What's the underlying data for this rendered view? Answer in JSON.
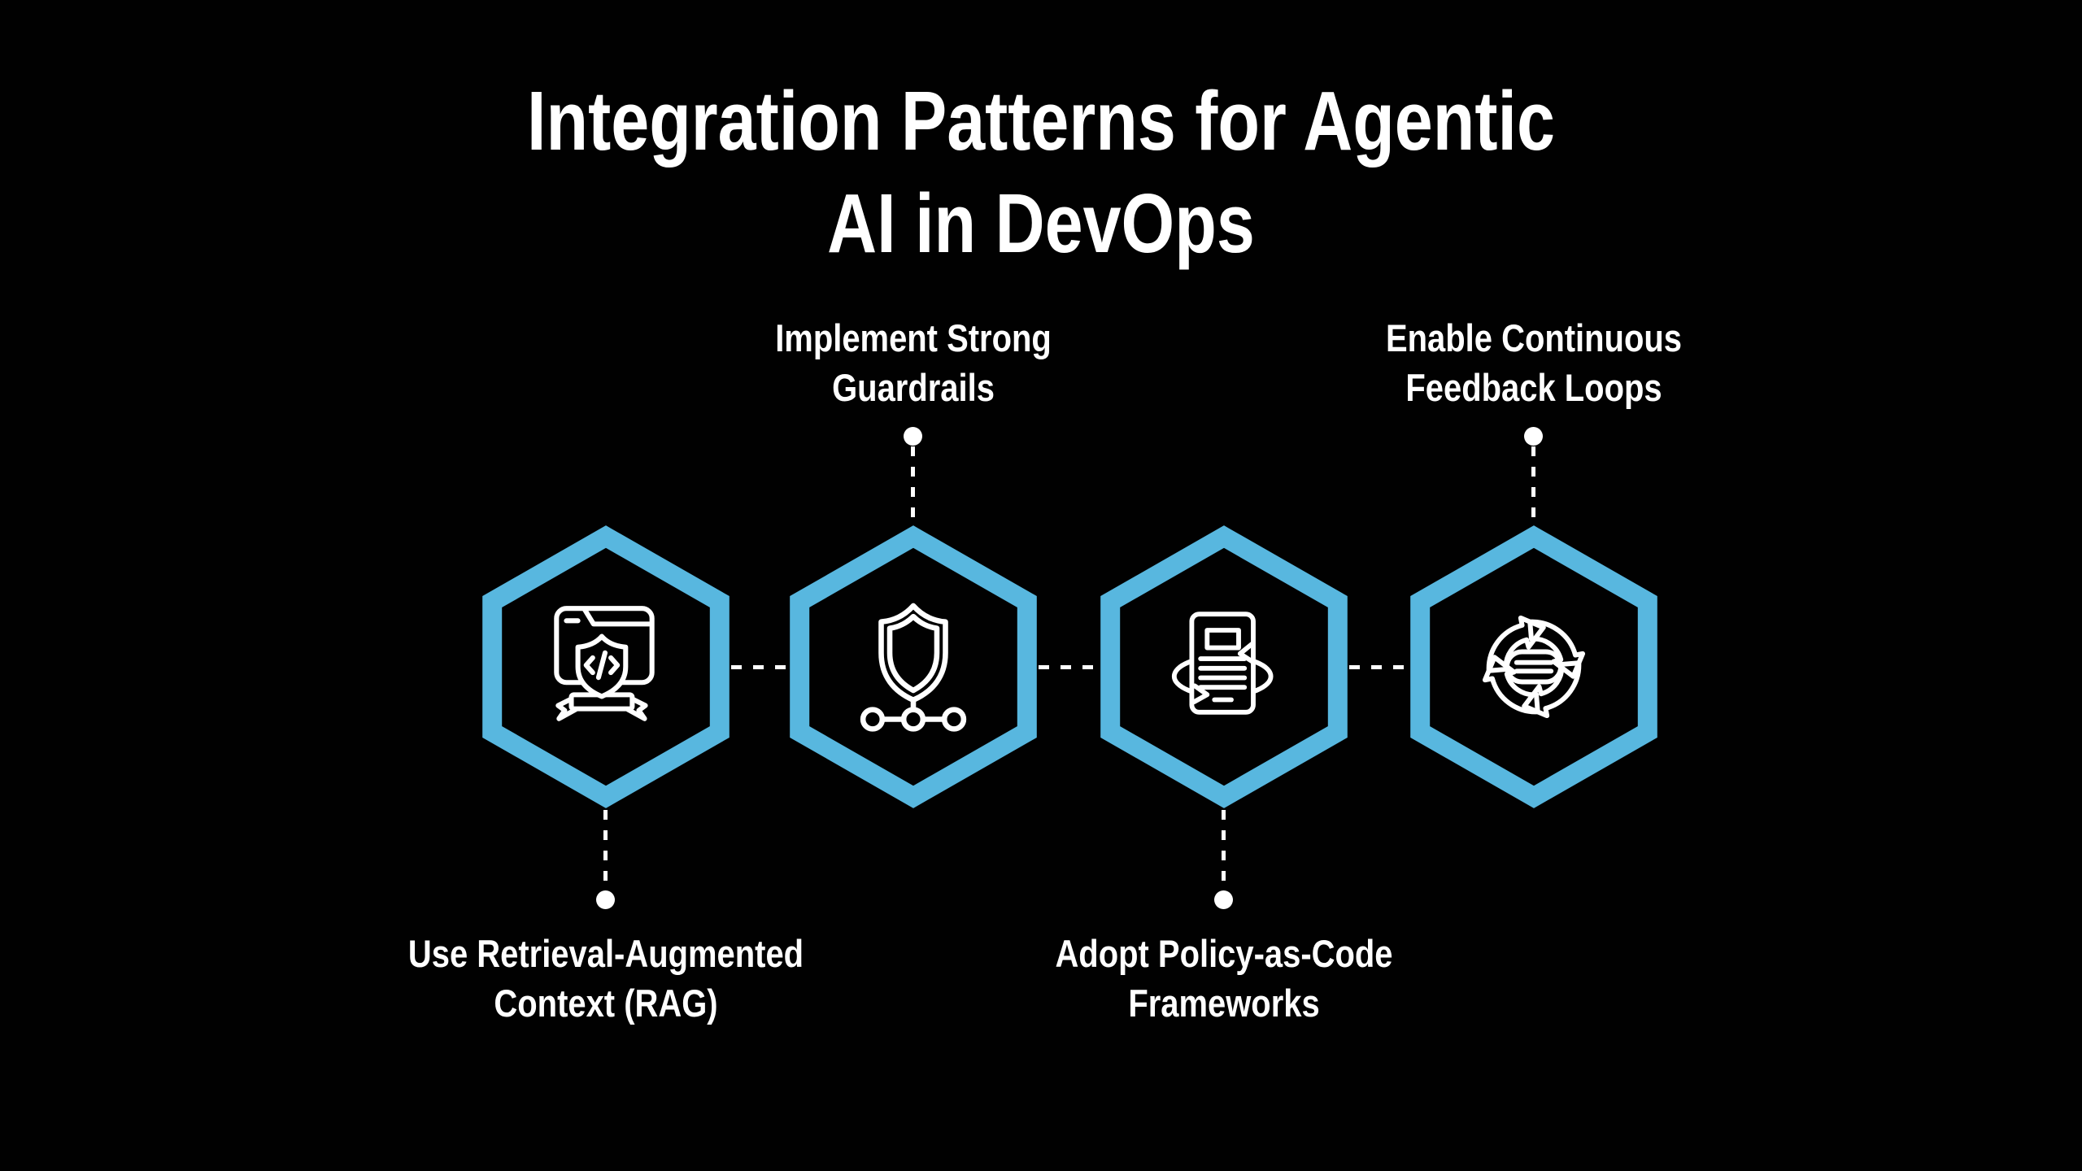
{
  "title": {
    "line1": "Integration Patterns for Agentic",
    "line2": "AI in DevOps"
  },
  "steps": [
    {
      "label": {
        "line1": "Use Retrieval-Augmented",
        "line2": "Context (RAG)"
      },
      "label_position": "below",
      "icon": "browser-code-shield-icon"
    },
    {
      "label": {
        "line1": "Implement Strong",
        "line2": "Guardrails"
      },
      "label_position": "above",
      "icon": "shield-network-icon"
    },
    {
      "label": {
        "line1": "Adopt Policy-as-Code",
        "line2": "Frameworks"
      },
      "label_position": "below",
      "icon": "policy-document-cycle-icon"
    },
    {
      "label": {
        "line1": "Enable Continuous",
        "line2": "Feedback Loops"
      },
      "label_position": "above",
      "icon": "feedback-loops-icon"
    }
  ],
  "colors": {
    "background": "#010101",
    "hexagon_border": "#58B7DF",
    "icon_stroke": "#FFFFFF",
    "text": "#FFFFFF",
    "connector": "#FFFFFF"
  }
}
